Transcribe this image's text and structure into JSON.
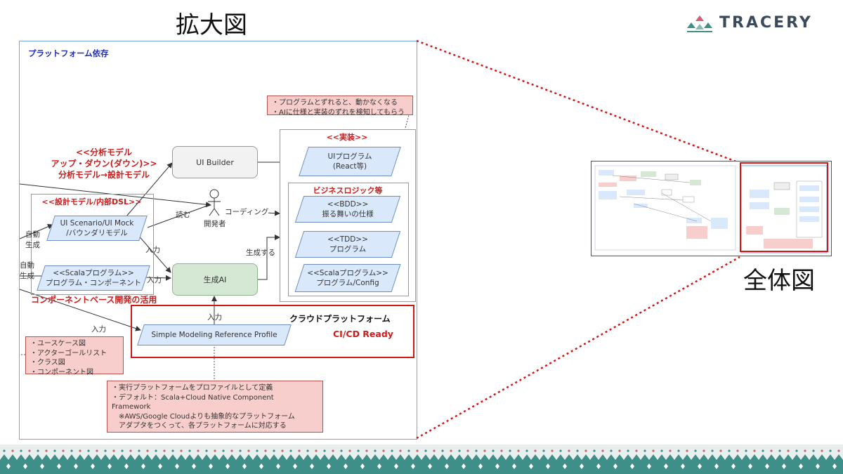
{
  "header": {
    "title": "拡大図",
    "logo_text": "TRACERY",
    "overview_label": "全体図"
  },
  "colors": {
    "accent_red": "#cc1d1d",
    "blue_fill": "#dae8fc",
    "green_fill": "#d5e8d4",
    "note_fill": "#f8cecc",
    "footer_teal": "#3e8f88"
  },
  "diagram": {
    "panel_title": "プラットフォーム依存",
    "top_note": "・プログラムとずれると、動かなくなる\n・AIに仕様と実装のずれを検知してもらう",
    "analysis_model": "<<分析モデル\nアップ・ダウン(ダウン)>>\n分析モデル→設計モデル",
    "design_model": "<<設計モデル/内部DSL>>",
    "ui_builder": "UI Builder",
    "developer": "開発者",
    "reads": "読む",
    "coding": "コーディング",
    "implementation_title": "<<実装>>",
    "ui_program": "UIプログラム\n(React等)",
    "business_logic_title": "ビジネスロジック等",
    "bdd": "<<BDD>>\n振る舞いの仕様",
    "tdd": "<<TDD>>\nプログラム",
    "scala_program_config": "<<Scalaプログラム>>\nプログラム/Config",
    "auto_gen": "自動\n生成",
    "ui_scenario": "UI Scenario/UI Mock\n/バウンダリモデル",
    "input": "入力",
    "generate": "生成する",
    "gen_ai": "生成AI",
    "scala_program": "<<Scalaプログラム>>\nプログラム・コンポーネント",
    "component_based": "コンポーネントベース開発の活用",
    "cloud_platform": "クラウドプラットフォーム",
    "cicd_ready": "CI/CD Ready",
    "smrp": "Simple Modeling Reference Profile",
    "model_list_note": "・ユースケース図\n・アクターゴールリスト\n・クラス図\n・コンポーネント図",
    "platform_note": "・実行プラットフォームをプロファイルとして定義\n・デフォルト：Scala+Cloud Native Component\nFramework\n　※AWS/Google Cloudよりも抽象的なプラットフォーム\n　アダプタをつくって、各プラットフォームに対応する"
  }
}
